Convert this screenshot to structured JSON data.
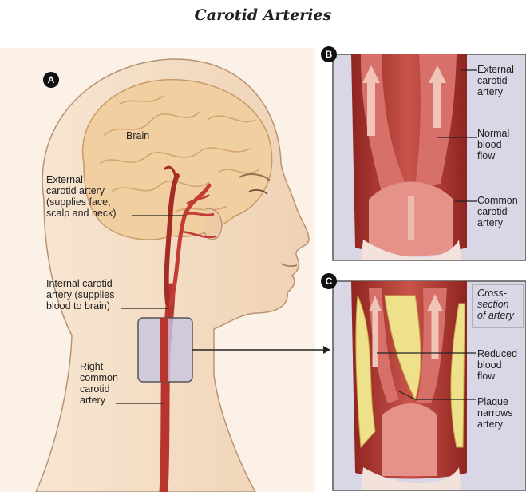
{
  "title": "Carotid Arteries",
  "panels": {
    "a": {
      "badge": "A"
    },
    "b": {
      "badge": "B"
    },
    "c": {
      "badge": "C"
    }
  },
  "labels": {
    "brain": "Brain",
    "external_carotid_head": [
      "External",
      "carotid artery",
      "(supplies face,",
      "scalp and neck)"
    ],
    "internal_carotid": [
      "Internal carotid",
      "artery (supplies",
      "blood to brain)"
    ],
    "right_common_carotid": [
      "Right",
      "common",
      "carotid",
      "artery"
    ],
    "b_external_carotid": [
      "External",
      "carotid",
      "artery"
    ],
    "b_normal_flow": [
      "Normal",
      "blood",
      "flow"
    ],
    "b_common_carotid": [
      "Common",
      "carotid",
      "artery"
    ],
    "c_cross_section": [
      "Cross-",
      "section",
      "of artery"
    ],
    "c_reduced_flow": [
      "Reduced",
      "blood",
      "flow"
    ],
    "c_plaque": [
      "Plaque",
      "narrows",
      "artery"
    ]
  },
  "colors": {
    "skin": "#f3dcc2",
    "brain": "#f2cfa0",
    "artery": "#b8352f",
    "panel_bg": "#d9d6e6",
    "plaque": "#efe08a"
  }
}
